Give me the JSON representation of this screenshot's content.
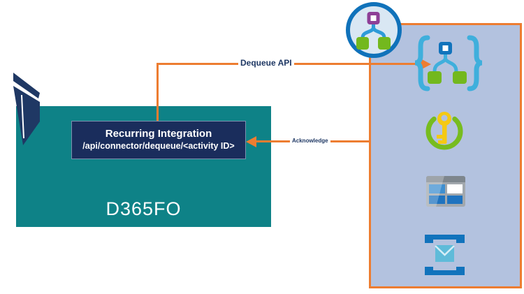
{
  "d365": {
    "box_label": "D365FO",
    "logo_icon": "dynamics-365-logo"
  },
  "integration": {
    "title": "Recurring Integration",
    "endpoint": "/api/connector/dequeue/<activity ID>"
  },
  "arrows": {
    "dequeue_label": "Dequeue API",
    "acknowledge_label": "Acknowledge"
  },
  "right_panel": {
    "icons": [
      "logic-app-connector-circle-icon",
      "custom-connector-braces-icon",
      "key-vault-icon",
      "table-storage-icon",
      "queue-message-icon"
    ]
  },
  "colors": {
    "orange": "#ED7D31",
    "teal": "#0E8287",
    "navy_box": "#1A2D5C",
    "logo_navy": "#1F3864",
    "panel_fill": "#B3C2DF",
    "azure_blue": "#1173BC",
    "light_blue": "#3FAFDC",
    "green": "#73B81E",
    "purple": "#8E3F97",
    "key_yellow": "#F5C913",
    "label_text": "#1F3864"
  }
}
